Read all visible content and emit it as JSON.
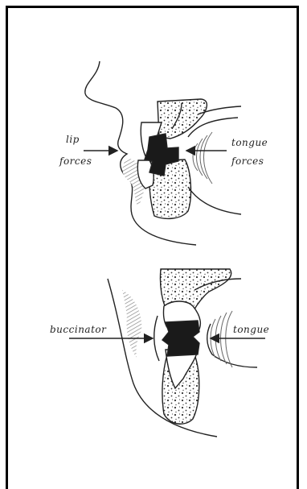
{
  "diagram": {
    "top_figure": {
      "left_label_line1": "lip",
      "left_label_line2": "forces",
      "right_label_line1": "tongue",
      "right_label_line2": "forces"
    },
    "bottom_figure": {
      "left_label": "buccinator",
      "right_label": "tongue"
    }
  }
}
